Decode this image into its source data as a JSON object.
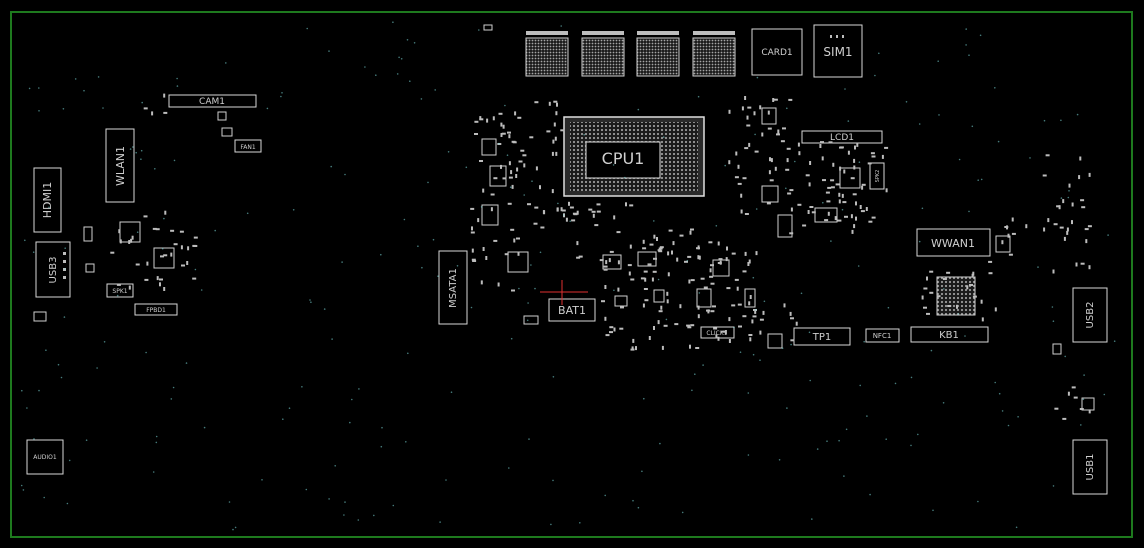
{
  "board": {
    "outline_color": "#1e7a1e",
    "silk_color": "#d8d8d8",
    "via_color": "#7fe0e0",
    "marker_color": "#e03030"
  },
  "labels": {
    "cam1": "CAM1",
    "fan1": "FAN1",
    "wlan1": "WLAN1",
    "hdmi1": "HDMI1",
    "usb3": "USB3",
    "spk1": "SPK1",
    "fpbd1": "FPBD1",
    "audio1": "AUDIO1",
    "msata1": "MSATA1",
    "bat1": "BAT1",
    "cpu1": "CPU1",
    "card1": "CARD1",
    "sim1": "SIM1",
    "lcd1": "LCD1",
    "spk2": "SPK2",
    "wwan1": "WWAN1",
    "click1": "CLICK1",
    "tp1": "TP1",
    "nfc1": "NFC1",
    "kb1": "KB1",
    "usb2": "USB2",
    "usb1": "USB1"
  }
}
